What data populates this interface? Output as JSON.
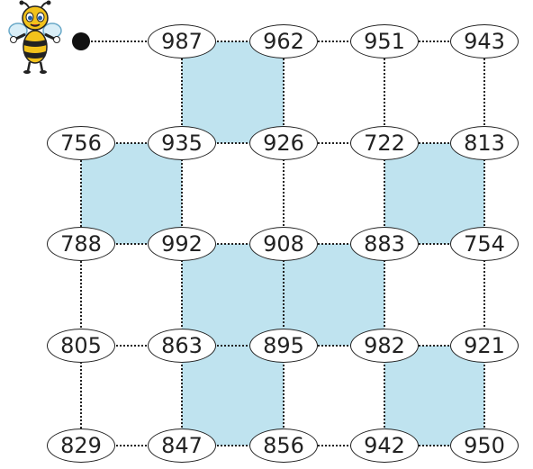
{
  "grid": {
    "rows": [
      [
        "987",
        "962",
        "951",
        "943"
      ],
      [
        "756",
        "935",
        "926",
        "722",
        "813"
      ],
      [
        "788",
        "992",
        "908",
        "883",
        "754"
      ],
      [
        "805",
        "863",
        "895",
        "982",
        "921"
      ],
      [
        "829",
        "847",
        "856",
        "942",
        "950"
      ]
    ],
    "shaded_cells": [
      [
        0,
        1
      ],
      [
        1,
        0
      ],
      [
        1,
        3
      ],
      [
        2,
        1
      ],
      [
        2,
        2
      ],
      [
        3,
        1
      ],
      [
        3,
        3
      ]
    ]
  },
  "colors": {
    "shade": "#bfe3ef",
    "line": "#222222",
    "bee_body": "#f2c21b"
  },
  "icons": {
    "mascot": "bee-icon",
    "start": "start-dot"
  }
}
